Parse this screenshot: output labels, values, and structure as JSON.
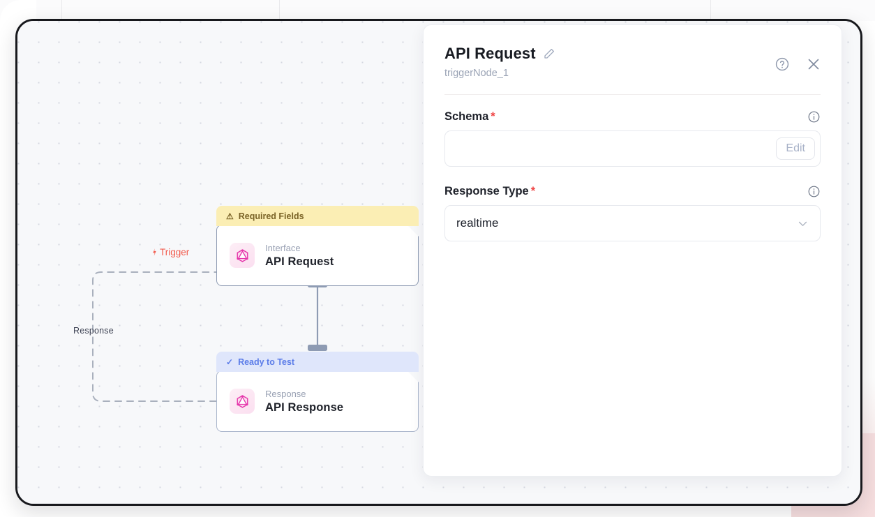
{
  "canvas": {
    "edges": [
      {
        "name": "trigger-edge",
        "label": "Trigger",
        "icon": "lightning-bolt-icon",
        "color": "#f2594b"
      },
      {
        "name": "response-edge",
        "label": "Response",
        "color": "#3c4152"
      }
    ],
    "nodes": [
      {
        "id": "node-request",
        "badge": {
          "text": "Required Fields",
          "icon": "warning-triangle-icon",
          "style": "warning"
        },
        "icon": "graphql-icon",
        "kind": "Interface",
        "title": "API Request"
      },
      {
        "id": "node-response",
        "badge": {
          "text": "Ready to Test",
          "icon": "check-icon",
          "style": "ready"
        },
        "icon": "graphql-icon",
        "kind": "Response",
        "title": "API Response"
      }
    ]
  },
  "panel": {
    "title": "API Request",
    "subtitle": "triggerNode_1",
    "edit_title_icon": "pencil-icon",
    "help_icon": "question-circle-icon",
    "close_icon": "close-icon",
    "fields": [
      {
        "label": "Schema",
        "required": "*",
        "info_icon": "info-circle-icon",
        "type": "text-with-button",
        "value": "",
        "placeholder": "",
        "button_label": "Edit"
      },
      {
        "label": "Response Type",
        "required": "*",
        "info_icon": "info-circle-icon",
        "type": "select",
        "value": "realtime",
        "chevron_icon": "chevron-down-icon"
      }
    ]
  },
  "colors": {
    "accent_pink": "#e535ab",
    "trigger_red": "#f2594b",
    "badge_warning_bg": "#fbeeb4",
    "badge_ready_bg": "#dfe6fb",
    "required_star": "#ef4444",
    "frame_border": "#17181c"
  }
}
